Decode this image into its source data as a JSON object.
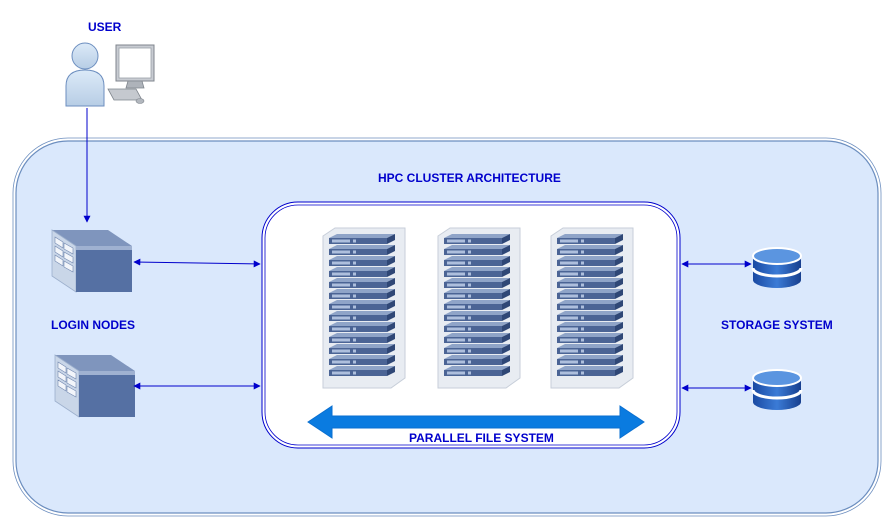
{
  "labels": {
    "user": "USER",
    "cluster_title": "HPC CLUSTER ARCHITECTURE",
    "login_nodes": "LOGIN NODES",
    "storage": "STORAGE SYSTEM",
    "filesystem": "PARALLEL FILE SYSTEM"
  },
  "colors": {
    "cluster_fill": "#dae8fc",
    "cluster_stroke": "#6c8ebf",
    "connector": "#0000cc",
    "filesystem_arrow": "#0a7be0",
    "label_text": "#0000cc"
  },
  "icons": {
    "user": "user-workstation-icon",
    "login_node": "server-unit-icon",
    "rack": "server-rack-icon",
    "storage": "database-icon"
  }
}
